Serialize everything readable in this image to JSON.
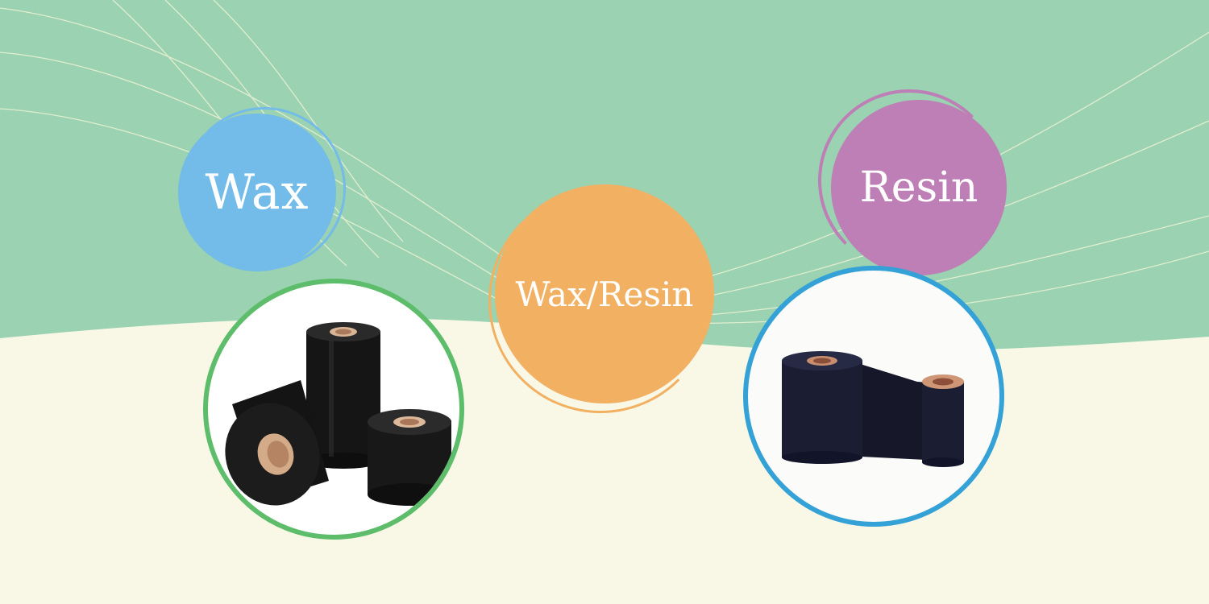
{
  "labels": {
    "wax": "Wax",
    "wax_resin": "Wax/Resin",
    "resin": "Resin"
  },
  "colors": {
    "mint_background": "#9ad2b2",
    "cream_wave": "#f9f8e6",
    "wax_blue": "#73bbe8",
    "wax_resin_orange": "#f2b062",
    "resin_purple": "#be7eb6",
    "wax_photo_ring_green": "#5dbd6b",
    "resin_photo_ring_blue": "#34a2d6"
  },
  "images": {
    "wax_photo": "three-black-wax-ribbon-rolls",
    "resin_photo": "unrolled-dark-blue-resin-ribbon"
  }
}
